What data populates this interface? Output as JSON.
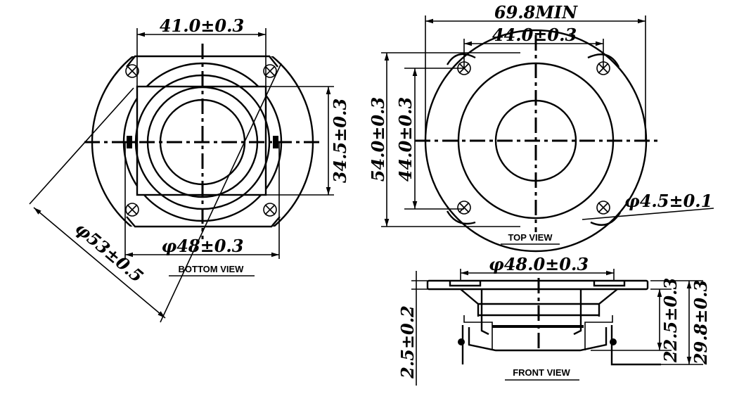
{
  "bottom_view": {
    "label": "BOTTOM VIEW",
    "dim_width": "41.0±0.3",
    "dim_height": "34.5±0.3",
    "dim_diameter": "φ48±0.3",
    "dim_outer_diameter": "φ53±0.5"
  },
  "top_view": {
    "label": "TOP VIEW",
    "dim_overall": "69.8MIN",
    "dim_hole_spacing_h": "44.0±0.3",
    "dim_height": "54.0±0.3",
    "dim_hole_spacing_v": "44.0±0.3",
    "dim_hole": "φ4.5±0.1"
  },
  "front_view": {
    "label": "FRONT VIEW",
    "dim_diameter": "φ48.0±0.3",
    "dim_flange": "2.5±0.2",
    "dim_depth": "22.5±0.3",
    "dim_total": "29.8±0.3"
  }
}
